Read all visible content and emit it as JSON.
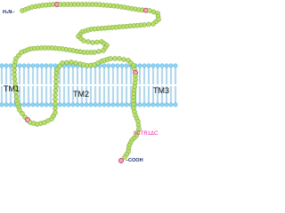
{
  "labels": {
    "n_terminus": "H₂N–",
    "c_terminus": "–COOH",
    "tm1": "TM1",
    "tm2": "TM2",
    "tm3": "TM3",
    "variant": "hCTR1ΔC"
  },
  "colors": {
    "residue_fill": "#b8e06a",
    "residue_stroke": "#6f9a2e",
    "highlight_fill": "#f4a8c0",
    "highlight_stroke": "#c23b6a",
    "lipid_head": "#8ad4f4",
    "lipid_tail": "#5aa8d6",
    "variant_text": "#ee22aa",
    "terminus_text": "#1a2a66"
  },
  "structure": {
    "transmembrane_segments": 3,
    "highlighted_residue_count": 5
  }
}
